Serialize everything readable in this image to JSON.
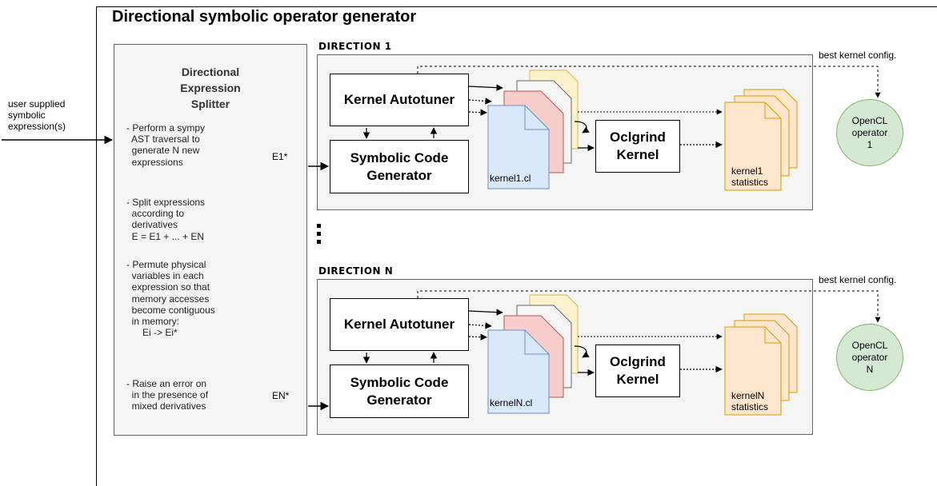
{
  "title": "Directional symbolic operator generator",
  "input_label": "user supplied symbolic expression(s)",
  "splitter": {
    "title_line1": "Directional",
    "title_line2": "Expression",
    "title_line3": "Splitter",
    "bullets": [
      "- Perform a sympy\n  AST traversal to\n  generate N new\n  expressions",
      "- Split expressions\n  according to\n  derivatives\n  E = E1 + ... + EN",
      "- Permute physical\n  variables in each\n  expression so that\n  memory accesses\n  become contiguous\n  in memory:\n      Ei -> Ei*",
      "- Raise an error on\n  in the presence of\n  mixed derivatives"
    ]
  },
  "directions": [
    {
      "title": "DIRECTION 1",
      "edge_label": "E1*",
      "autotuner": "Kernel Autotuner",
      "codegen_line1": "Symbolic Code",
      "codegen_line2": "Generator",
      "kernel_file": "kernel1.cl",
      "oclgrind_line1": "Oclgrind",
      "oclgrind_line2": "Kernel",
      "stats_line1": "kernel1",
      "stats_line2": "statistics",
      "best_config": "best kernel config.",
      "operator": "OpenCL\noperator\n1"
    },
    {
      "title": "DIRECTION N",
      "edge_label": "EN*",
      "autotuner": "Kernel Autotuner",
      "codegen_line1": "Symbolic Code",
      "codegen_line2": "Generator",
      "kernel_file": "kernelN.cl",
      "oclgrind_line1": "Oclgrind",
      "oclgrind_line2": "Kernel",
      "stats_line1": "kernelN",
      "stats_line2": "statistics",
      "best_config": "best kernel config.",
      "operator": "OpenCL\noperator\nN"
    }
  ],
  "colors": {
    "file_yellow": "#fff2cc",
    "file_yellow_border": "#d6b656",
    "file_grey": "#f5f5f5",
    "file_red": "#f8cecc",
    "file_red_border": "#b85450",
    "file_blue": "#dae8fc",
    "file_blue_border": "#6c8ebf",
    "stats_fill": "#ffe6cc",
    "stats_border": "#d79b00",
    "operator_fill": "#d5e8d4",
    "operator_border": "#82b366"
  }
}
